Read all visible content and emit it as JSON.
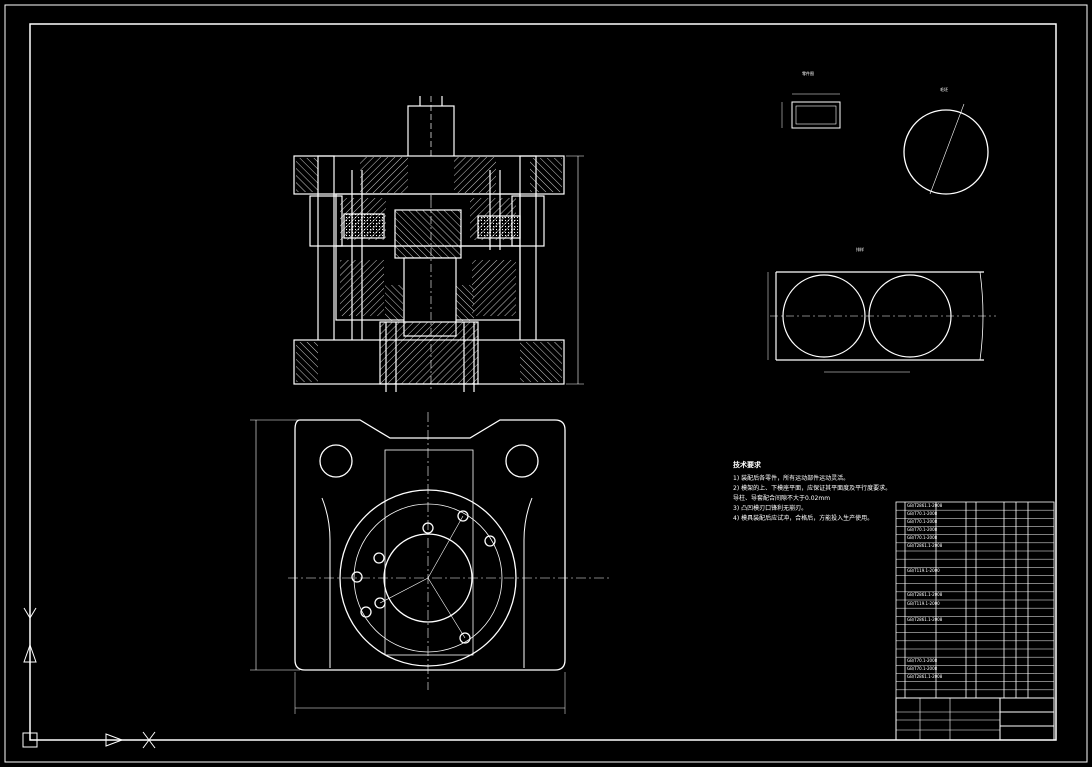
{
  "colors": {
    "background": "#000000",
    "lines": "#ffffff",
    "hatch": "#ffffff",
    "dimension": "#ffffff"
  },
  "technical_requirements": {
    "title": "技术要求",
    "items": [
      "1) 装配后各零件，所有运动部件运动灵活。",
      "2) 模架的上、下模座平面，应保证其平面度及平行度要求。",
      "   导柱、导套配合间隙不大于0.02mm",
      "3) 凸凹模刃口锋利无崩刃。",
      "4) 模具装配后应试冲，合格后，方能投入生产使用。"
    ]
  },
  "part_view_label": "零件图",
  "blank_view_label": "毛坯",
  "layout_view_label": "排样",
  "bom_rows": [
    "GB/T2861.1-2008",
    "GB/T70.1-2008",
    "GB/T70.1-2008",
    "GB/T70.1-2008",
    "GB/T70.1-2008",
    "GB/T2861.1-2008",
    "",
    "",
    "GB/T119.1-2000",
    "",
    "",
    "GB/T2861.1-2008",
    "GB/T119.1-2000",
    "",
    "GB/T2861.1-2008",
    "",
    "",
    "",
    "",
    "GB/T70.1-2008",
    "GB/T70.1-2008",
    "GB/T2861.1-2008",
    "",
    ""
  ],
  "title_block": {
    "drawing_title": "",
    "scale": "",
    "sheet": ""
  }
}
